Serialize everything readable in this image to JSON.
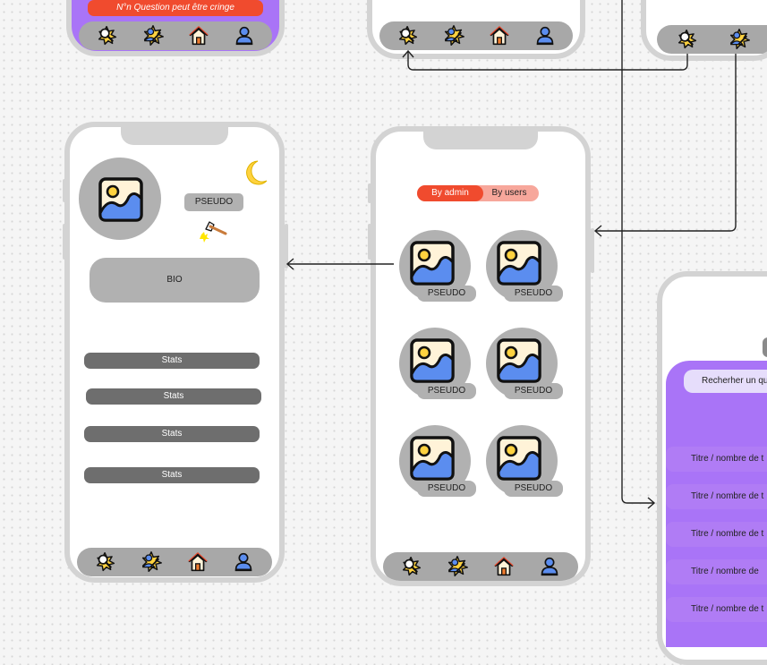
{
  "top_left": {
    "banner": "N°n Question peut être cringe"
  },
  "profile": {
    "pseudo": "PSEUDO",
    "bio": "BIO",
    "stats": [
      "Stats",
      "Stats",
      "Stats",
      "Stats"
    ]
  },
  "users": {
    "tabs": {
      "active": "By admin",
      "inactive": "By users"
    },
    "cards": [
      "PSEUDO",
      "PSEUDO",
      "PSEUDO",
      "PSEUDO",
      "PSEUDO",
      "PSEUDO"
    ]
  },
  "search_screen": {
    "search_placeholder": "Recherher un qu",
    "rows": [
      "Titre / nombre de t",
      "Titre / nombre de t",
      "Titre / nombre de t",
      "Titre / nombre de",
      "Titre / nombre de t"
    ]
  },
  "colors": {
    "accent_purple": "#a974f7",
    "accent_red": "#f04b2e",
    "tab_inactive": "#f7a79b",
    "nav_gray": "#a8a8a8",
    "icon_yellow": "#ffd23f",
    "icon_blue": "#5b8def"
  },
  "icons": [
    "search-icon",
    "edit-profile-icon",
    "home-icon",
    "user-icon",
    "moon-icon",
    "hammer-icon",
    "image-placeholder-icon"
  ]
}
